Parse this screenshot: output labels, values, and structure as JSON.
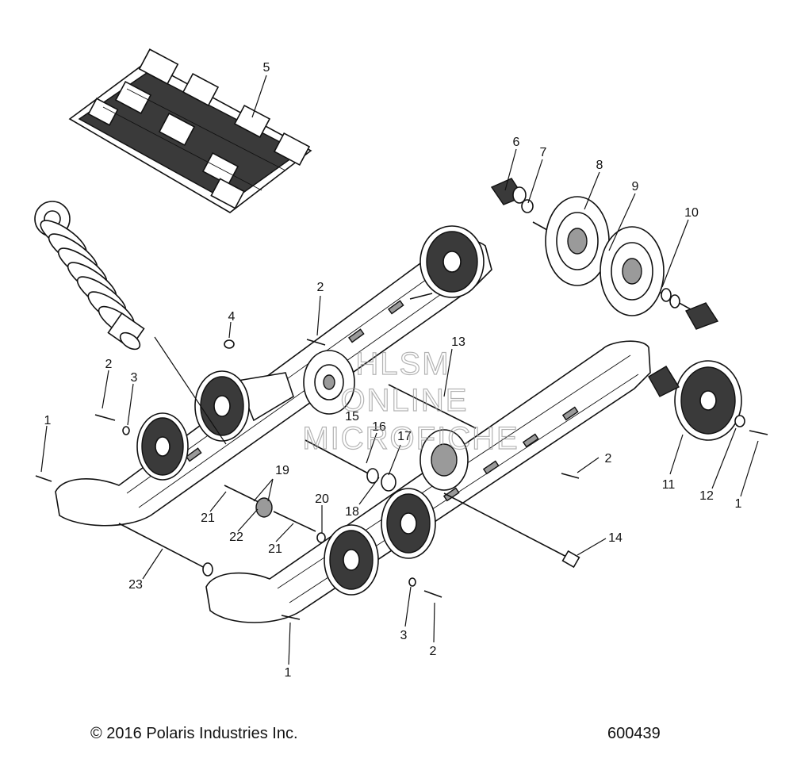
{
  "callouts": {
    "c1a": "1",
    "c1b": "1",
    "c1c": "1",
    "c2a": "2",
    "c2b": "2",
    "c2c": "2",
    "c2d": "2",
    "c3a": "3",
    "c3b": "3",
    "c4": "4",
    "c5": "5",
    "c6": "6",
    "c7": "7",
    "c8": "8",
    "c9": "9",
    "c10": "10",
    "c11": "11",
    "c12": "12",
    "c13": "13",
    "c14": "14",
    "c15": "15",
    "c16": "16",
    "c17": "17",
    "c18": "18",
    "c19": "19",
    "c20": "20",
    "c21a": "21",
    "c21b": "21",
    "c22": "22",
    "c23": "23"
  },
  "watermark": {
    "line1": "HLSM",
    "line2": "ONLINE",
    "line3": "MICROFICHE"
  },
  "footer": {
    "copyright": "© 2016 Polaris Industries Inc.",
    "figure_number": "600439"
  }
}
